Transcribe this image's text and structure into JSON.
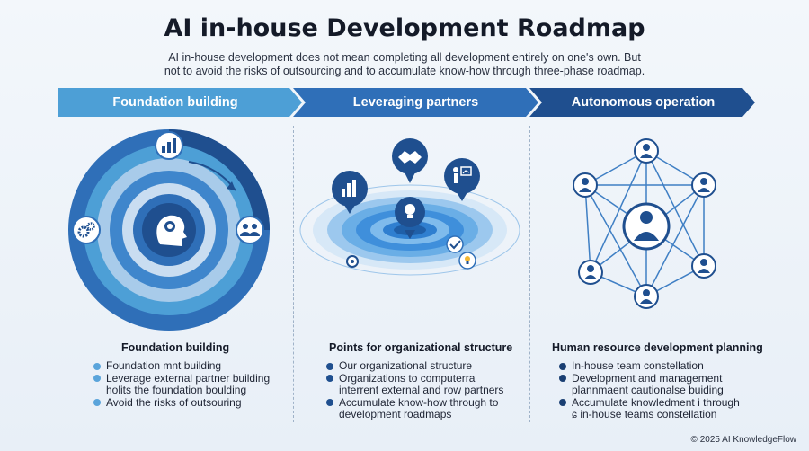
{
  "title": "AI in-house Development Roadmap",
  "subtitle_line1": "AI in-house development does not mean completing all development entirely on one's own. But",
  "subtitle_line2": "not to avoid the risks of outsourcing and to accumulate know-how through three-phase roadmap.",
  "phases": [
    {
      "label": "Foundation building",
      "color": "#4d9fd6"
    },
    {
      "label": "Leveraging partners",
      "color": "#2f6fb8"
    },
    {
      "label": "Autonomous operation",
      "color": "#1f4f8f"
    }
  ],
  "icons": {
    "foundation": [
      "brain-head-icon",
      "bar-chart-icon",
      "gears-icon",
      "team-icon"
    ],
    "partners": [
      "handshake-icon",
      "bar-chart-icon",
      "presenter-icon",
      "lightbulb-icon",
      "checkmark-icon",
      "target-icon"
    ],
    "autonomous": [
      "person-icon",
      "network-icon"
    ]
  },
  "columns": [
    {
      "heading": "Foundation building",
      "bullet_color": "#5aa4db",
      "bullets": [
        {
          "lines": [
            "Foundation mnt building"
          ]
        },
        {
          "lines": [
            "Leverage external partner building",
            "holits the foundation boulding"
          ]
        },
        {
          "lines": [
            "Avoid the risks of outsouring"
          ]
        }
      ]
    },
    {
      "heading": "Points for organizational structure",
      "bullet_color": "#1f4f8f",
      "bullets": [
        {
          "lines": [
            "Our organizational structure"
          ]
        },
        {
          "lines": [
            "Organizations to computerra",
            "interrent external and row partners"
          ]
        },
        {
          "lines": [
            "Accumulate know-how through to",
            "development roadmaps"
          ]
        }
      ]
    },
    {
      "heading": "Human resource development planning",
      "bullet_color": "#1a3f73",
      "bullets": [
        {
          "lines": [
            "In-house team constellation"
          ]
        },
        {
          "lines": [
            "Development and management",
            "plannmaent cautionalse buiding"
          ]
        },
        {
          "lines": [
            "Accumulate knowledment i through",
            "ɕ in-house teams constellation"
          ]
        }
      ]
    }
  ],
  "footer": "© 2025 AI KnowledgeFlow"
}
